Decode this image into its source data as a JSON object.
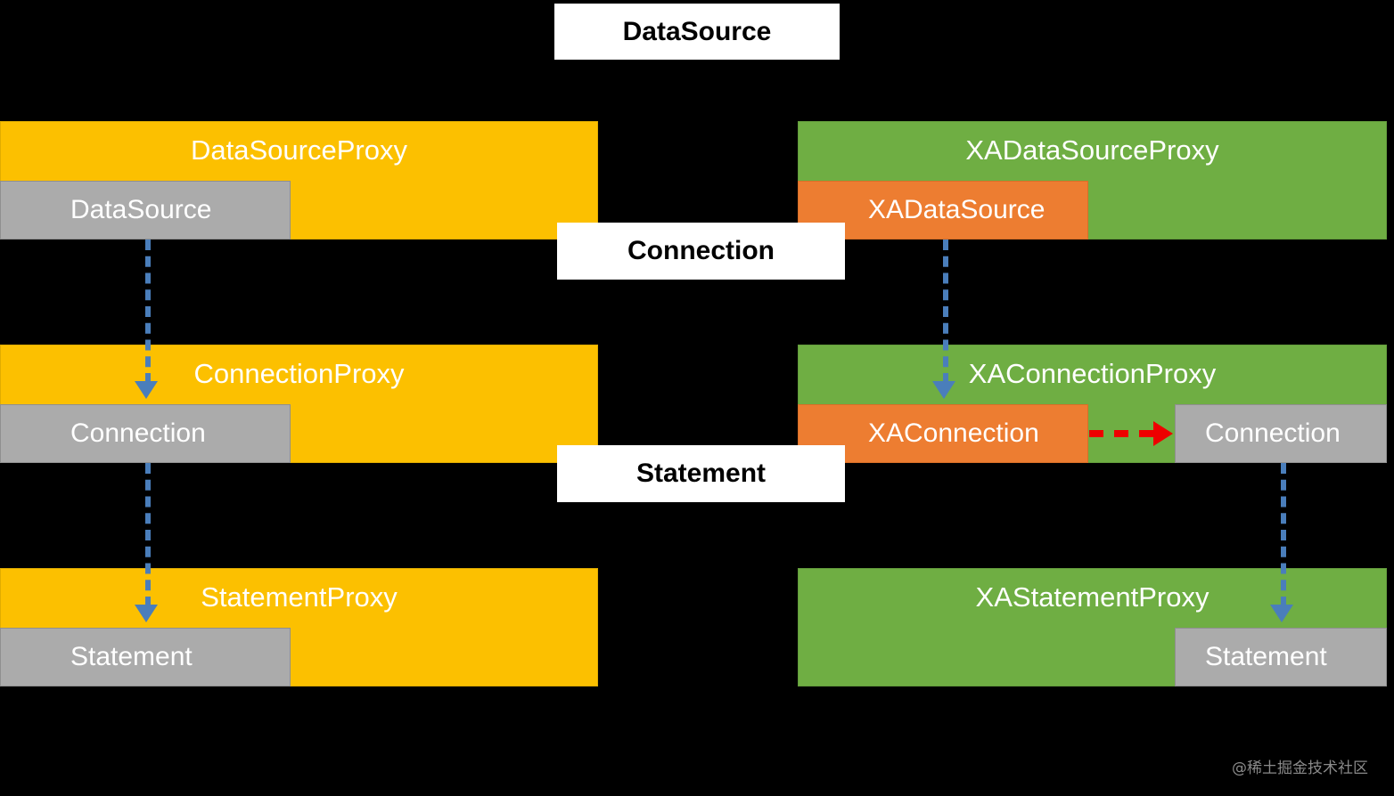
{
  "diagram": {
    "title_label": "DataSource",
    "background_color": "#000000",
    "middle_labels": [
      {
        "text": "DataSource"
      },
      {
        "text": "Connection"
      },
      {
        "text": "Statement"
      }
    ],
    "left_column": {
      "accent_color": "#FCC000",
      "inner_color": "#ABABAB",
      "rows": [
        {
          "proxy": "DataSourceProxy",
          "inner": "DataSource"
        },
        {
          "proxy": "ConnectionProxy",
          "inner": "Connection"
        },
        {
          "proxy": "StatementProxy",
          "inner": "Statement"
        }
      ]
    },
    "right_column": {
      "accent_color": "#6FAE43",
      "inner_color": "#ED7D31",
      "extra_color": "#ABABAB",
      "rows": [
        {
          "proxy": "XADataSourceProxy",
          "inner": "XADataSource",
          "extra": null
        },
        {
          "proxy": "XAConnectionProxy",
          "inner": "XAConnection",
          "extra": "Connection"
        },
        {
          "proxy": "XAStatementProxy",
          "inner": null,
          "extra": "Statement"
        }
      ]
    },
    "connectors": {
      "vertical_color": "#4A7EBB",
      "horizontal_color": "#EE0000"
    },
    "watermark": "@稀土掘金技术社区"
  }
}
